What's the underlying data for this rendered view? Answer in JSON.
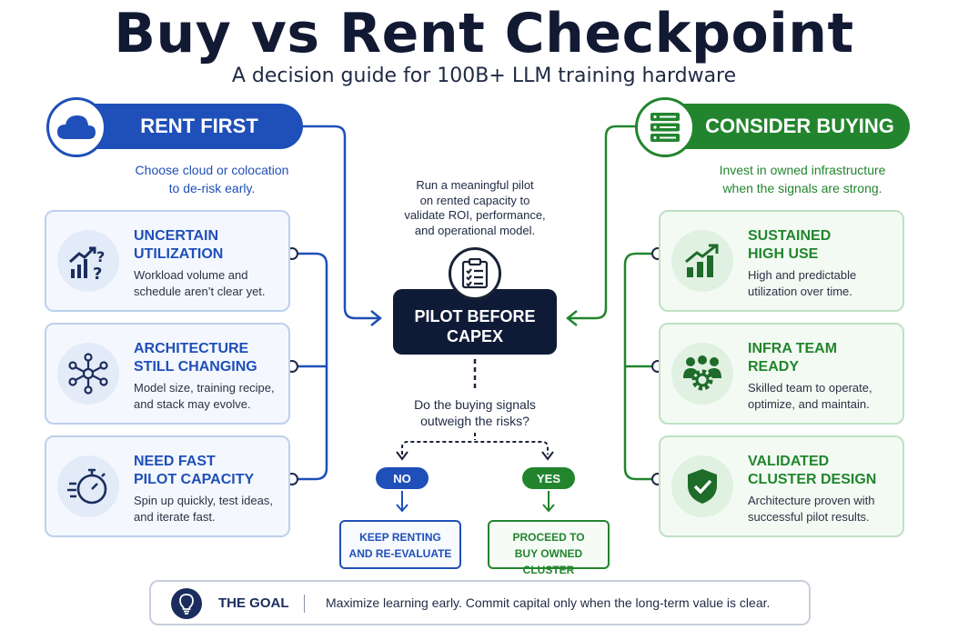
{
  "header": {
    "title": "Buy vs Rent Checkpoint",
    "subtitle": "A decision guide for 100B+ LLM training hardware"
  },
  "rent": {
    "label": "RENT FIRST",
    "icon": "cloud-icon",
    "description_lines": [
      "Choose cloud or colocation",
      "to de-risk early."
    ],
    "cards": [
      {
        "title_lines": [
          "UNCERTAIN",
          "UTILIZATION"
        ],
        "desc_lines": [
          "Workload volume and",
          "schedule aren’t clear yet."
        ],
        "icon": "uncertain-chart-icon"
      },
      {
        "title_lines": [
          "ARCHITECTURE",
          "STILL CHANGING"
        ],
        "desc_lines": [
          "Model size, training recipe,",
          "and stack may evolve."
        ],
        "icon": "network-nodes-icon"
      },
      {
        "title_lines": [
          "NEED FAST",
          "PILOT CAPACITY"
        ],
        "desc_lines": [
          "Spin up quickly, test ideas,",
          "and iterate fast."
        ],
        "icon": "stopwatch-icon"
      }
    ]
  },
  "buy": {
    "label": "CONSIDER BUYING",
    "icon": "server-rack-icon",
    "description_lines": [
      "Invest in owned infrastructure",
      "when the signals are strong."
    ],
    "cards": [
      {
        "title_lines": [
          "SUSTAINED",
          "HIGH USE"
        ],
        "desc_lines": [
          "High and predictable",
          "utilization over time."
        ],
        "icon": "growth-chart-icon"
      },
      {
        "title_lines": [
          "INFRA TEAM",
          "READY"
        ],
        "desc_lines": [
          "Skilled team to operate,",
          "optimize, and maintain."
        ],
        "icon": "team-gear-icon"
      },
      {
        "title_lines": [
          "VALIDATED",
          "CLUSTER DESIGN"
        ],
        "desc_lines": [
          "Architecture proven with",
          "successful pilot results."
        ],
        "icon": "shield-check-icon"
      }
    ]
  },
  "center": {
    "description_lines": [
      "Run a meaningful pilot",
      "on rented capacity to",
      "validate ROI, performance,",
      "and operational model."
    ],
    "icon": "clipboard-checklist-icon",
    "box_lines": [
      "PILOT BEFORE",
      "CAPEX"
    ],
    "question_lines": [
      "Do the buying signals",
      "outweigh the risks?"
    ],
    "no": {
      "tag": "NO",
      "outcome_lines": [
        "KEEP RENTING",
        "AND RE-EVALUATE"
      ]
    },
    "yes": {
      "tag": "YES",
      "outcome_lines": [
        "PROCEED TO",
        "BUY OWNED CLUSTER"
      ]
    }
  },
  "goal": {
    "label": "THE GOAL",
    "icon": "lightbulb-icon",
    "text": "Maximize learning early. Commit capital only when the long-term value is clear."
  },
  "colors": {
    "rent": "#1f4fb8",
    "buy": "#22852e",
    "dark": "#0f1a36"
  }
}
